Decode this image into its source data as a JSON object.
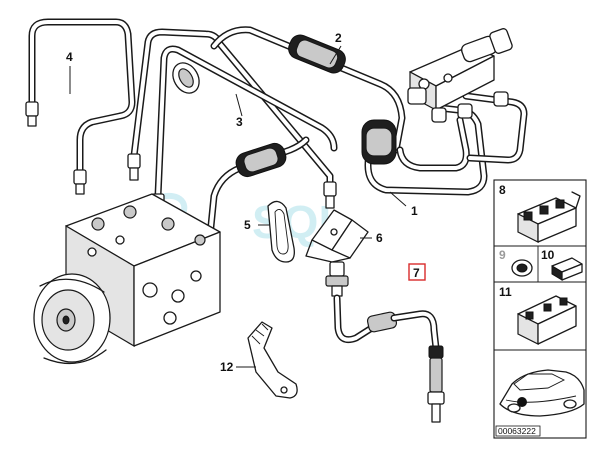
{
  "callouts": {
    "c1": "1",
    "c2": "2",
    "c3": "3",
    "c4": "4",
    "c5": "5",
    "c6": "6",
    "c7": "7",
    "c8": "8",
    "c9": "9",
    "c10": "10",
    "c11": "11",
    "c12": "12"
  },
  "highlight_color": "#d92b2b",
  "image_code": "00063222",
  "watermark": "SQL"
}
